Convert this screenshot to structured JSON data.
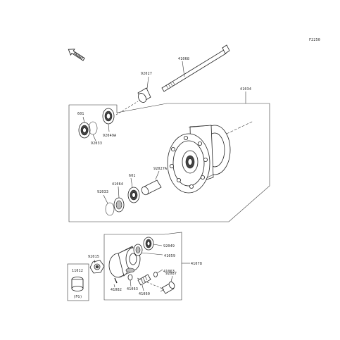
{
  "figure_code": "F2250",
  "front_marker": "FRONT",
  "colors": {
    "line": "#333333",
    "ink": "#222222",
    "shade": "#444444"
  },
  "labels": {
    "axle": "41068",
    "axle_collar": "92027",
    "hub": "41034",
    "bearing_upper": "601",
    "seal_upper": "92049A",
    "circlip_upper": "92033",
    "collar_inner": "92027A",
    "bearing_lower": "601",
    "spacer_lower": "41064",
    "circlip_lower": "92033",
    "seal_gear": "92049",
    "bushing_gear": "41059",
    "assy_gear": "41078",
    "nut": "92015",
    "cap": "11012",
    "cap_note": "(FG)",
    "washer": "41063",
    "pin": "41082",
    "drive_pin": "41063",
    "worm": "41060",
    "bushing_meter": "92087"
  }
}
